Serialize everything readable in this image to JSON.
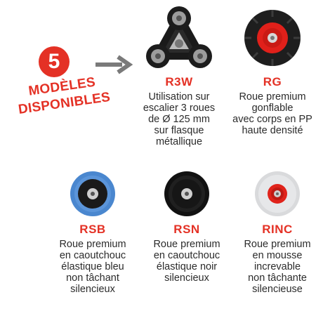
{
  "badge": {
    "number": "5",
    "line1": "MODÈLES",
    "line2": "DISPONIBLES",
    "color": "#e43125"
  },
  "arrow_icon": "arrow-right-icon",
  "products": [
    {
      "code": "R3W",
      "description": "Utilisation sur escalier 3 roues de Ø 125 mm sur flasque métallique",
      "lines": [
        "Utilisation sur",
        "escalier 3 roues",
        "de Ø 125 mm",
        "sur flasque",
        "métallique"
      ]
    },
    {
      "code": "RG",
      "description": "Roue premium gonflable avec corps en PP haute densité",
      "lines": [
        "Roue premium",
        "gonflable",
        "avec corps en PP",
        "haute densité"
      ]
    },
    {
      "code": "RSB",
      "description": "Roue premium en caoutchouc élastique bleu non tâchant silencieux",
      "lines": [
        "Roue premium",
        "en caoutchouc",
        "élastique bleu",
        "non tâchant",
        "silencieux"
      ]
    },
    {
      "code": "RSN",
      "description": "Roue premium en caoutchouc élastique noir silencieux",
      "lines": [
        "Roue premium",
        "en caoutchouc",
        "élastique noir",
        "silencieux"
      ]
    },
    {
      "code": "RINC",
      "description": "Roue premium en mousse increvable non tâchante silencieuse",
      "lines": [
        "Roue premium",
        "en mousse",
        "increvable",
        "non tâchante",
        "silencieuse"
      ]
    }
  ]
}
